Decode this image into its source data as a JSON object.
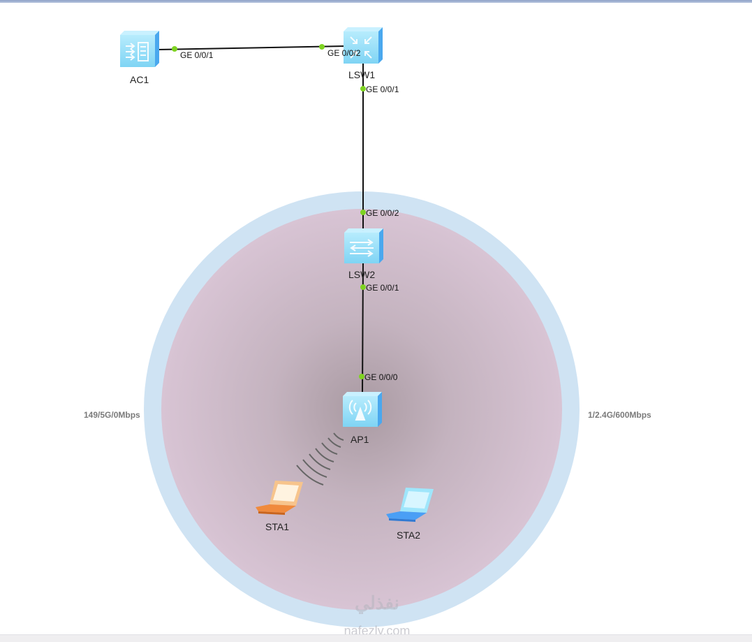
{
  "colors": {
    "device_face": "#8fdcf6",
    "device_side": "#4aa8ee",
    "port_dot": "#7ed321",
    "link": "#111111",
    "coverage_outer": "#cfe3f3",
    "coverage_inner": "#d6c1d2",
    "sta1": "#f3a35f",
    "sta2": "#5fb3f7"
  },
  "devices": {
    "ac1": {
      "name": "AC1",
      "icon": "access-controller-icon"
    },
    "lsw1": {
      "name": "LSW1",
      "icon": "core-switch-icon"
    },
    "lsw2": {
      "name": "LSW2",
      "icon": "switch-icon"
    },
    "ap1": {
      "name": "AP1",
      "icon": "access-point-icon"
    },
    "sta1": {
      "name": "STA1",
      "icon": "laptop-icon"
    },
    "sta2": {
      "name": "STA2",
      "icon": "laptop-icon"
    }
  },
  "ports": {
    "ac1_lsw1": "GE 0/0/1",
    "lsw1_ac1": "GE 0/0/2",
    "lsw1_lsw2": "GE 0/0/1",
    "lsw2_lsw1": "GE 0/0/2",
    "lsw2_ap1": "GE 0/0/1",
    "ap1_lsw2": "GE 0/0/0"
  },
  "radio": {
    "left": "149/5G/0Mbps",
    "right": "1/2.4G/600Mbps"
  },
  "watermark": {
    "arabic": "نفذلي",
    "latin": "nafezly.com"
  }
}
